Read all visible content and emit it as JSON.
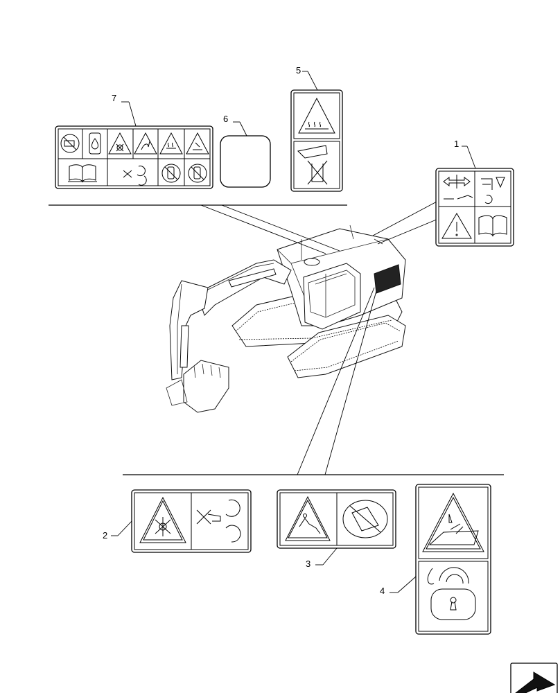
{
  "callouts": [
    "1",
    "2",
    "3",
    "4",
    "5",
    "6",
    "7"
  ],
  "icons": {
    "decal_1": [
      "wide-arrows-icon",
      "fuel-pump-icon",
      "warning-triangle-icon",
      "manual-book-icon"
    ],
    "decal_2": [
      "fan-warning-icon",
      "no-hand-rotation-icon"
    ],
    "decal_3": [
      "fall-hazard-icon",
      "no-step-icon"
    ],
    "decal_4": [
      "crush-hazard-icon",
      "padlock-icon"
    ],
    "decal_5": [
      "hot-surface-warning-icon",
      "no-touch-icon"
    ],
    "decal_7": [
      "no-engine-icon",
      "coolant-icon",
      "fan-warning-icon",
      "hose-warning-icon",
      "hot-surface-warning-icon",
      "fluid-warning-icon",
      "manual-book-icon",
      "no-hand-rotation-icon",
      "no-phone-icon",
      "no-phone-icon"
    ],
    "nav": "next-page-arrow-icon"
  }
}
